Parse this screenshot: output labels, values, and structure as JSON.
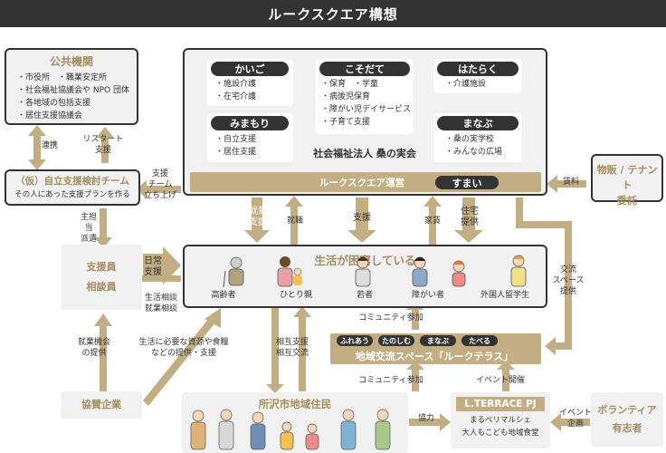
{
  "title": "ルークスクエア構想",
  "public": {
    "heading": "公共機関",
    "items": [
      "市役所　・職業安定所",
      "社会福祉協議会や NPO 団体",
      "各地域の包括支援",
      "居住支援協議会"
    ]
  },
  "team": {
    "heading": "（仮）自立支援検討チーム",
    "sub": "その人にあった支援プランを作る"
  },
  "labels": {
    "renkei": "連携",
    "listart": "リスタート\n支援",
    "shien_team": "支援\nチーム\n立ち上げ",
    "shutanto": "主担当\n派遣",
    "shuro_shien": "就業\n支援",
    "shushoku": "就職",
    "shien": "支援",
    "yachin": "家賃",
    "jutaku": "住宅\n提供",
    "nichijo": "日常\n支援",
    "seikatsu_sodan": "生活相談\n就業相談",
    "shuro_kikai": "就業機会\nの提供",
    "shigen": "生活に必要な資源や食糧\nなどの提供・支援",
    "sogo": "相互支援\n相互交流",
    "community1": "コミュニティ参加",
    "community2": "コミュニティ参加",
    "kyoryoku": "協力",
    "event_kaisai": "イベント開催",
    "event_kikaku": "イベント\n企画",
    "kouryu": "交流\nスペース\n提供",
    "chinryo": "賃料"
  },
  "corp": {
    "kaigo": {
      "label": "かいご",
      "items": [
        "施設介護",
        "在宅介護"
      ]
    },
    "kosodate": {
      "label": "こそだて",
      "items": [
        "保育　・学童",
        "病後児保育",
        "障がい児デイサービス",
        "子育て支援"
      ]
    },
    "hataraku": {
      "label": "はたらく",
      "items": [
        "介護施設"
      ]
    },
    "mimamori": {
      "label": "みまもり",
      "items": [
        "自立支援",
        "居住支援"
      ]
    },
    "manabu": {
      "label": "まなぶ",
      "items": [
        "桑の実学校",
        "みんなの広場"
      ]
    },
    "name": "社会福祉法人 桑の実会",
    "bar": "ルークスクエア運営",
    "sumai": "すまい"
  },
  "bussan": "物販 / テナント\n委託",
  "staff": "支援員\n相談員",
  "sponsor": "協賛企業",
  "volunteer": "ボランティア\n有志者",
  "need": {
    "heading": "生活が困窮している",
    "people": [
      "高齢者",
      "ひとり親",
      "若者",
      "障がい者",
      "外国人留学生"
    ]
  },
  "terrace": {
    "tags": [
      "ふれあう",
      "たのしむ",
      "まなぶ",
      "たべる"
    ],
    "name": "地域交流スペース「ルークテラス」"
  },
  "residents": "所沢市地域住民",
  "lterrace": {
    "heading": "L.TERRACE PJ",
    "items": [
      "まるべリマルシェ",
      "大人もこども地域食堂"
    ]
  },
  "colors": {
    "gold": "#a58d5f",
    "tan": "#c2ae82",
    "dark": "#333333",
    "box": "#f1f1f1"
  }
}
